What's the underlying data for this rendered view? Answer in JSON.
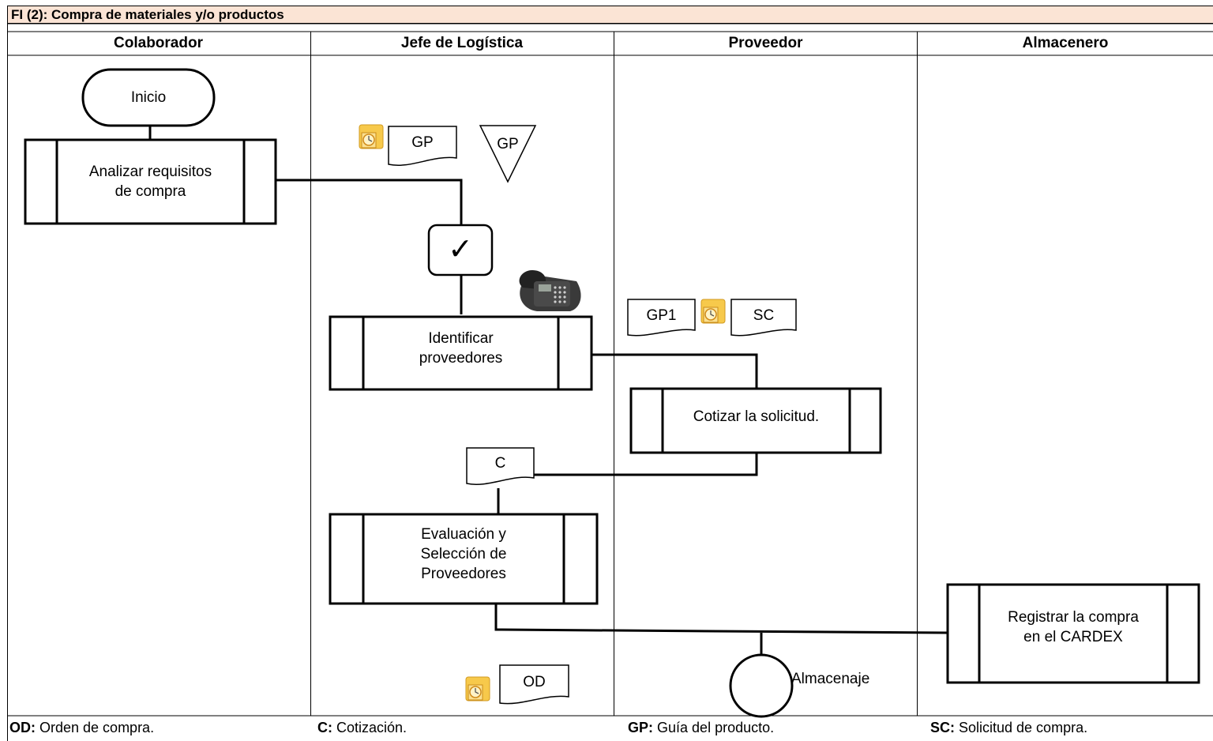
{
  "title": "FI (2): Compra de materiales y/o productos",
  "lanes": [
    {
      "name": "Colaborador"
    },
    {
      "name": "Jefe de Logística"
    },
    {
      "name": "Proveedor"
    },
    {
      "name": "Almacenero"
    }
  ],
  "nodes": {
    "start": "Inicio",
    "analyze": "Analizar requisitos\nde compra",
    "identify": "Identificar\nproveedores",
    "quote": "Cotizar la solicitud.",
    "evaluate": "Evaluación y\nSelección de\nProveedores",
    "register": "Registrar la compra\nen el CARDEX",
    "storage_label": "Almacenaje",
    "check_mark": "✓"
  },
  "documents": {
    "gp_doc": "GP",
    "gp_triangle": "GP",
    "gp1_doc": "GP1",
    "sc_doc": "SC",
    "c_doc": "C",
    "od_doc": "OD"
  },
  "legend": [
    {
      "code": "OD:",
      "text": " Orden de compra."
    },
    {
      "code": "C:",
      "text": " Cotización."
    },
    {
      "code": "GP:",
      "text": " Guía del producto."
    },
    {
      "code": "SC:",
      "text": " Solicitud de compra."
    }
  ],
  "icons": [
    "outlook-icon",
    "telephone-icon"
  ],
  "colors": {
    "title_background": "#fbe4d5",
    "line": "#000000"
  }
}
